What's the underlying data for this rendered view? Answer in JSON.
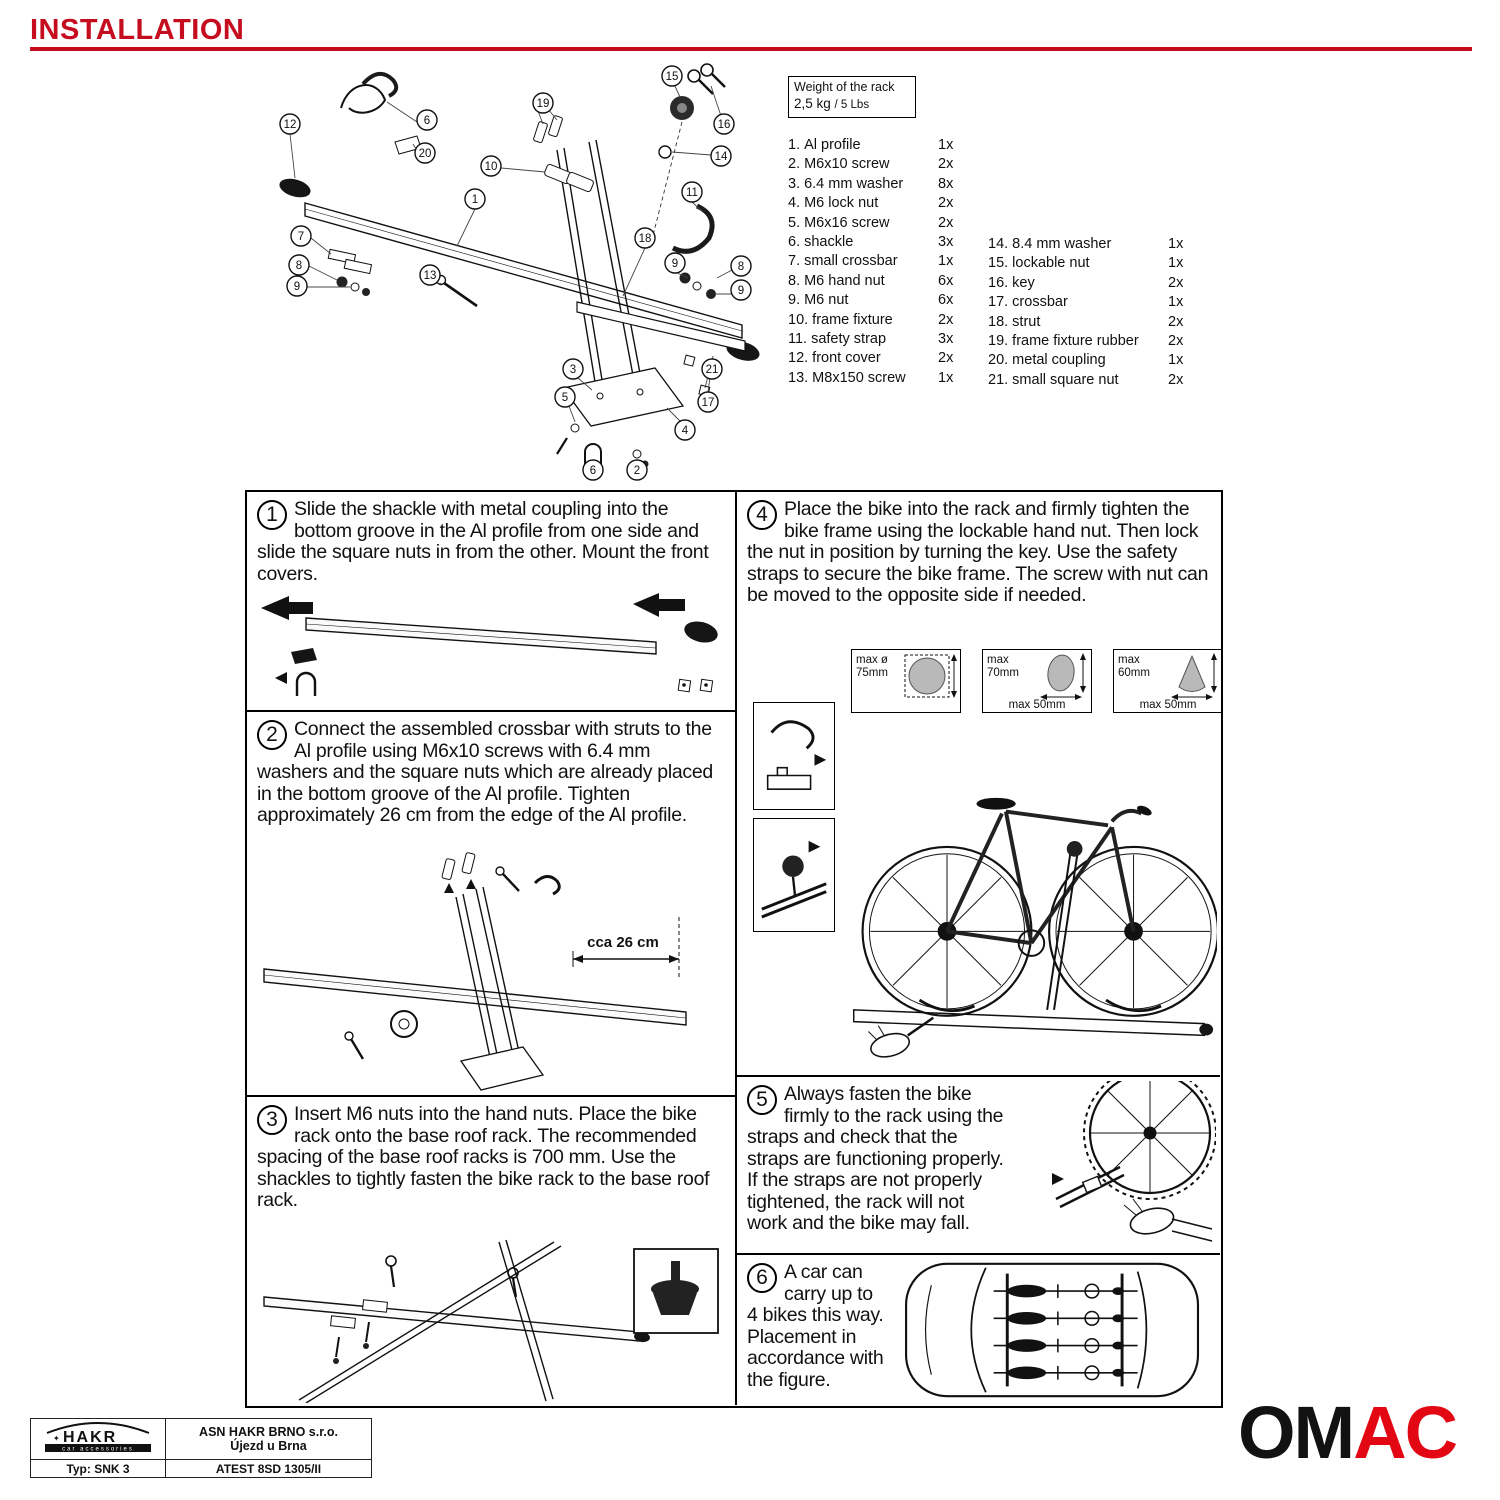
{
  "header": {
    "title": "INSTALLATION"
  },
  "weight_box": {
    "title": "Weight of the rack",
    "value_kg": "2,5 kg",
    "value_lbs": "/ 5 Lbs"
  },
  "parts_list": {
    "column1": [
      {
        "num": "1.",
        "name": "Al profile",
        "qty": "1x"
      },
      {
        "num": "2.",
        "name": "M6x10 screw",
        "qty": "2x"
      },
      {
        "num": "3.",
        "name": "6.4 mm washer",
        "qty": "8x"
      },
      {
        "num": "4.",
        "name": "M6 lock nut",
        "qty": "2x"
      },
      {
        "num": "5.",
        "name": "M6x16 screw",
        "qty": "2x"
      },
      {
        "num": "6.",
        "name": "shackle",
        "qty": "3x"
      },
      {
        "num": "7.",
        "name": "small crossbar",
        "qty": "1x"
      },
      {
        "num": "8.",
        "name": "M6 hand nut",
        "qty": "6x"
      },
      {
        "num": "9.",
        "name": "M6 nut",
        "qty": "6x"
      },
      {
        "num": "10.",
        "name": "frame fixture",
        "qty": "2x"
      },
      {
        "num": "11.",
        "name": "safety strap",
        "qty": "3x"
      },
      {
        "num": "12.",
        "name": "front cover",
        "qty": "2x"
      },
      {
        "num": "13.",
        "name": "M8x150 screw",
        "qty": "1x"
      }
    ],
    "column2": [
      {
        "num": "14.",
        "name": "8.4 mm washer",
        "qty": "1x"
      },
      {
        "num": "15.",
        "name": "lockable nut",
        "qty": "1x"
      },
      {
        "num": "16.",
        "name": "key",
        "qty": "2x"
      },
      {
        "num": "17.",
        "name": "crossbar",
        "qty": "1x"
      },
      {
        "num": "18.",
        "name": "strut",
        "qty": "2x"
      },
      {
        "num": "19.",
        "name": "frame fixture rubber",
        "qty": "2x"
      },
      {
        "num": "20.",
        "name": "metal coupling",
        "qty": "1x"
      },
      {
        "num": "21.",
        "name": "small square nut",
        "qty": "2x"
      }
    ]
  },
  "diagram": {
    "callouts": [
      "12",
      "6",
      "20",
      "19",
      "10",
      "15",
      "16",
      "14",
      "1",
      "11",
      "7",
      "18",
      "8",
      "9",
      "13",
      "9",
      "8",
      "9",
      "3",
      "21",
      "5",
      "17",
      "4",
      "6",
      "2"
    ]
  },
  "steps": [
    {
      "num": "1",
      "text": "Slide the shackle with metal coupling into the bottom groove in the Al profile from one side and slide the square nuts in from the other. Mount the front covers."
    },
    {
      "num": "2",
      "text": "Connect the assembled crossbar with struts to the Al profile using M6x10 screws with 6.4 mm washers and the square nuts which are already placed in the bottom groove of the Al profile. Tighten approximately 26 cm from the edge of the Al profile."
    },
    {
      "num": "3",
      "text": "Insert M6 nuts into the hand nuts. Place the bike rack onto the base roof rack. The recommended spacing of the base roof racks is 700 mm. Use the shackles to tightly fasten the bike rack to the base roof rack."
    },
    {
      "num": "4",
      "text": "Place the bike into the rack and firmly tighten the bike frame using the lockable hand nut. Then lock the nut in position by turning the key. Use the safety straps to secure the bike frame. The screw with nut can be moved to the opposite side if needed."
    },
    {
      "num": "5",
      "text": "Always fasten the bike firmly to the rack using the straps and check that the straps are functioning properly. If the straps are not properly tightened, the rack will not work and the bike may fall."
    },
    {
      "num": "6",
      "text": "A car can carry up to 4 bikes this way. Placement in accordance with the figure."
    }
  ],
  "step2": {
    "dimension": "cca 26 cm"
  },
  "step4": {
    "dim_boxes": [
      {
        "label_top": "max ø",
        "label_size": "75mm",
        "label_bottom": ""
      },
      {
        "label_top": "max",
        "label_size": "70mm",
        "label_bottom": "max 50mm"
      },
      {
        "label_top": "max",
        "label_size": "60mm",
        "label_bottom": "max 50mm"
      }
    ]
  },
  "footer": {
    "logo_text": "HAKR",
    "logo_sub": "car accessories",
    "company": "ASN HAKR BRNO s.r.o.",
    "city": "Újezd u Brna",
    "type_label": "Typ: SNK 3",
    "atest": "ATEST 8SD 1305/II"
  },
  "brand": {
    "part1": "OM",
    "part2": "AC"
  }
}
